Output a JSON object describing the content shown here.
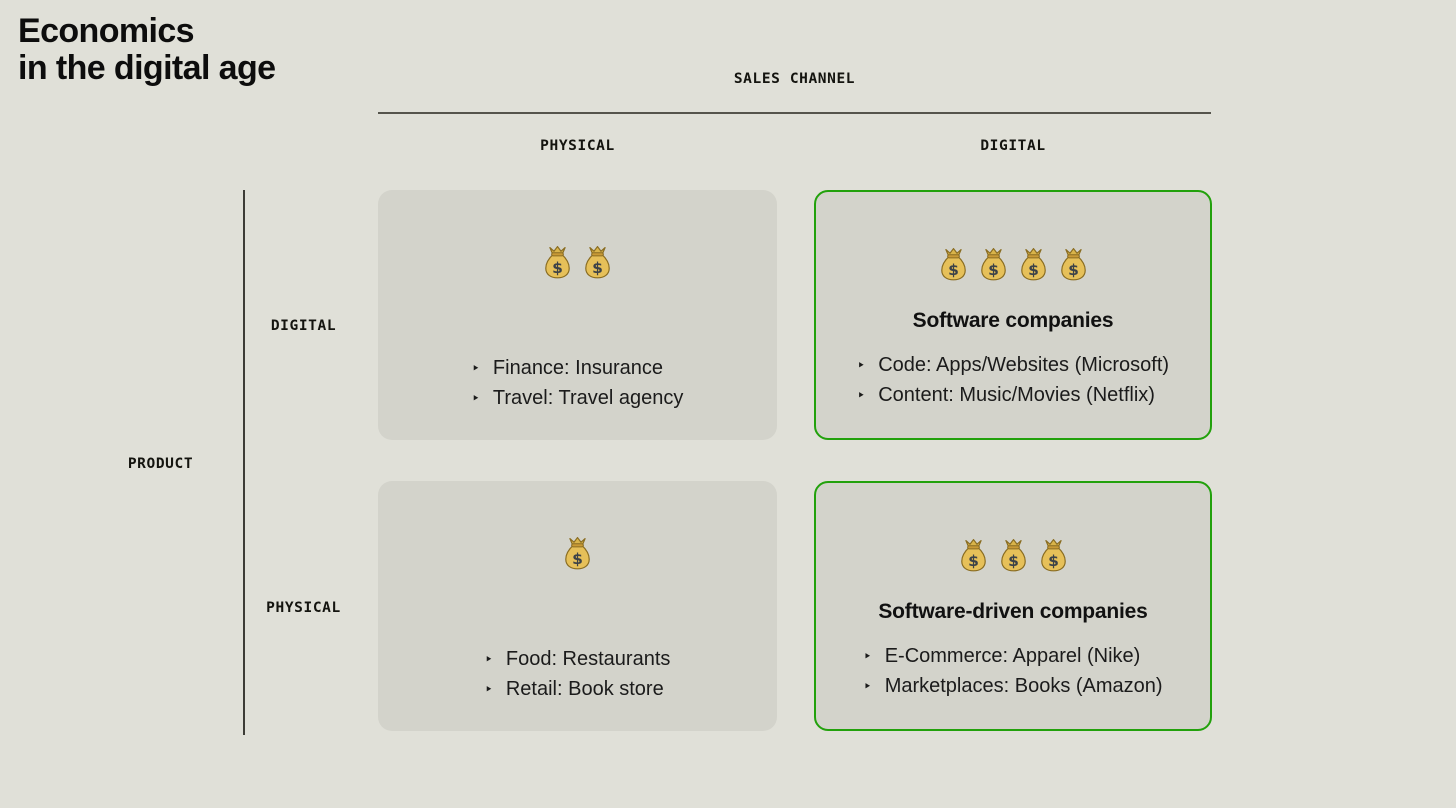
{
  "page": {
    "background_color": "#e0e0d8",
    "card_color": "#d3d3cb",
    "highlight_border_color": "#22a10c",
    "text_color": "#161616"
  },
  "title": {
    "line1": "Economics",
    "line2": "in the digital age"
  },
  "sales_channel_axis": {
    "label": "SALES CHANNEL",
    "columns": [
      "PHYSICAL",
      "DIGITAL"
    ]
  },
  "product_axis": {
    "label": "PRODUCT",
    "rows": [
      "DIGITAL",
      "PHYSICAL"
    ]
  },
  "icons": {
    "money_bag": "money-bag-icon",
    "bullet": "‣"
  },
  "quadrants": [
    {
      "product": "DIGITAL",
      "sales_channel": "PHYSICAL",
      "money_bags": 2,
      "title": "",
      "items": [
        "Finance: Insurance",
        "Travel: Travel agency"
      ],
      "highlighted": false
    },
    {
      "product": "DIGITAL",
      "sales_channel": "DIGITAL",
      "money_bags": 4,
      "title": "Software companies",
      "items": [
        "Code: Apps/Websites (Microsoft)",
        "Content: Music/Movies (Netflix)"
      ],
      "highlighted": true
    },
    {
      "product": "PHYSICAL",
      "sales_channel": "PHYSICAL",
      "money_bags": 1,
      "title": "",
      "items": [
        "Food: Restaurants",
        "Retail: Book store"
      ],
      "highlighted": false
    },
    {
      "product": "PHYSICAL",
      "sales_channel": "DIGITAL",
      "money_bags": 3,
      "title": "Software-driven companies",
      "items": [
        "E-Commerce: Apparel (Nike)",
        "Marketplaces: Books (Amazon)"
      ],
      "highlighted": true
    }
  ]
}
